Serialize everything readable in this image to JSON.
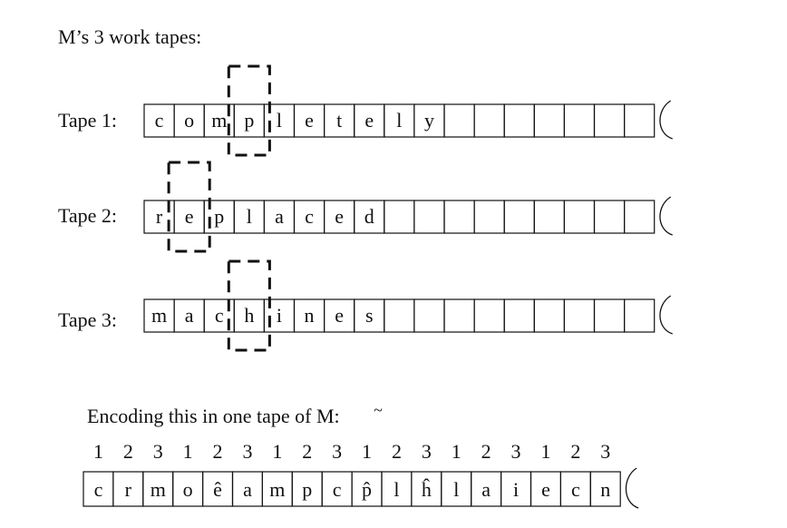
{
  "heading": "M’s 3 work tapes:",
  "tapes": [
    {
      "label": "Tape 1:",
      "cells": [
        "c",
        "o",
        "m",
        "p",
        "l",
        "e",
        "t",
        "e",
        "l",
        "y",
        "",
        "",
        "",
        "",
        "",
        "",
        ""
      ],
      "head": 3
    },
    {
      "label": "Tape 2:",
      "cells": [
        "r",
        "e",
        "p",
        "l",
        "a",
        "c",
        "e",
        "d",
        "",
        "",
        "",
        "",
        "",
        "",
        "",
        "",
        ""
      ],
      "head": 1
    },
    {
      "label": "Tape 3:",
      "cells": [
        "m",
        "a",
        "c",
        "h",
        "i",
        "n",
        "e",
        "s",
        "",
        "",
        "",
        "",
        "",
        "",
        "",
        "",
        ""
      ],
      "head": 3
    }
  ],
  "encoding": {
    "heading": "Encoding this in one tape of M:",
    "tilde_mark": "~",
    "track_numbers": [
      "1",
      "2",
      "3",
      "1",
      "2",
      "3",
      "1",
      "2",
      "3",
      "1",
      "2",
      "3",
      "1",
      "2",
      "3",
      "1",
      "2",
      "3"
    ],
    "cells": [
      "c",
      "r",
      "m",
      "o",
      "ê",
      "a",
      "m",
      "p",
      "c",
      "p̂",
      "l",
      "ĥ",
      "l",
      "a",
      "i",
      "e",
      "c",
      "n"
    ]
  },
  "colors": {
    "ink": "#111111",
    "background": "#ffffff"
  }
}
